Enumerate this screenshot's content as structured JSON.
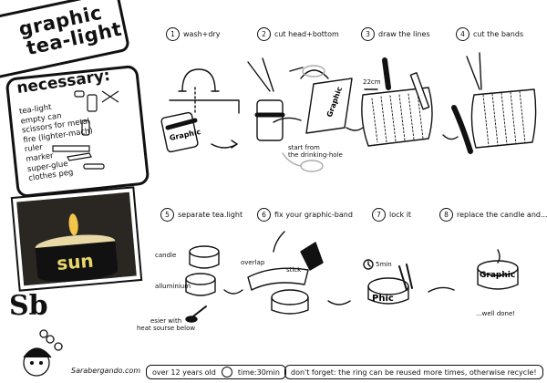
{
  "title": {
    "line1": "graphic",
    "line2": "tea-light"
  },
  "necessary": {
    "heading": "necessary:",
    "items": [
      "tea-light",
      "empty can",
      "scissors for metal",
      "fire (lighter-mach)",
      "ruler",
      "marker",
      "super-glue",
      "clothes peg"
    ]
  },
  "photo": {
    "can_text": "sun"
  },
  "steps": [
    {
      "num": "1",
      "label": "wash+dry"
    },
    {
      "num": "2",
      "label": "cut head+bottom"
    },
    {
      "num": "3",
      "label": "draw the lines"
    },
    {
      "num": "4",
      "label": "cut the bands"
    },
    {
      "num": "5",
      "label": "separate tea.light"
    },
    {
      "num": "6",
      "label": "fix your graphic-band"
    },
    {
      "num": "7",
      "label": "lock it"
    },
    {
      "num": "8",
      "label": "replace the candle and..."
    }
  ],
  "annotations": {
    "start_from": "start from\nthe drinking-hole",
    "measure": "22cm",
    "candle": "candle",
    "aluminium": "alluminium",
    "heat": "esier with\nheat sourse below",
    "overlap": "overlap",
    "stick": "stick",
    "time5": "5min",
    "well_done": "...well done!",
    "can_graphic": "Graphic",
    "band_graphic": "Graphic",
    "lock_text": "Phic",
    "final_graphic": "Graphic"
  },
  "logo": {
    "monogram": "Sb",
    "site": "Sarabergando.com"
  },
  "footer": {
    "age": "over 12 years old",
    "time": "time:30min",
    "tip": "don't forget: the ring can be reused more times, otherwise recycle!"
  },
  "colors": {
    "ink": "#111111",
    "flame": "#f3c64a",
    "label": "#e9d66b"
  }
}
